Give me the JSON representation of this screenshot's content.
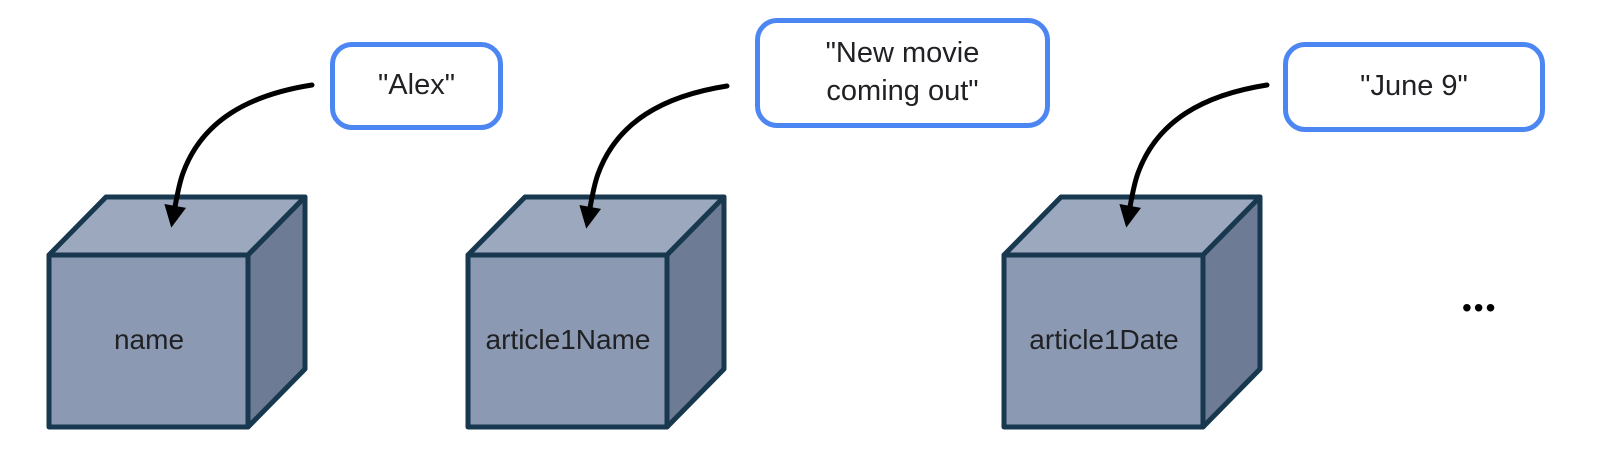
{
  "boxes": [
    {
      "label": "name",
      "value": "\"Alex\""
    },
    {
      "label": "article1Name",
      "value": "\"New movie coming out\""
    },
    {
      "label": "article1Date",
      "value": "\"June 9\""
    }
  ],
  "icons": {
    "ellipsis": "•••"
  },
  "colors": {
    "accent_blue": "#4c86f2",
    "cube_top": "#9ba8be",
    "cube_front": "#8b99b3",
    "cube_side": "#6d7c94",
    "cube_stroke": "#17384e",
    "arrow": "#000000",
    "text": "#202124",
    "background": "#ffffff"
  }
}
